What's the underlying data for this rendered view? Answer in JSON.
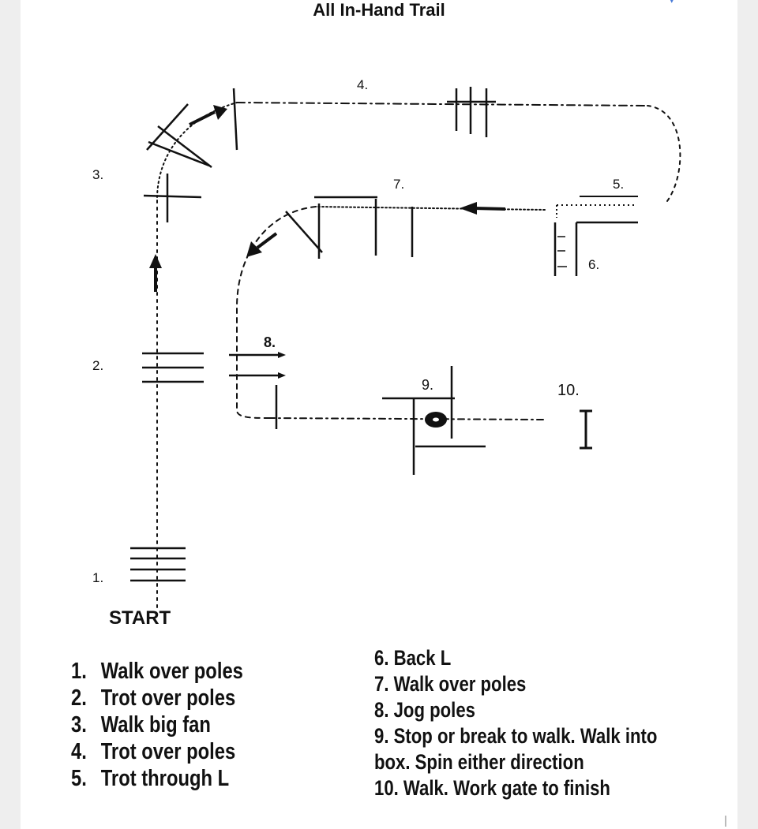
{
  "title": "All In-Hand Trail",
  "map_labels": {
    "n1": "1.",
    "n2": "2.",
    "n3": "3.",
    "n4": "4.",
    "n5": "5.",
    "n6": "6.",
    "n7": "7.",
    "n8": "8.",
    "n9": "9.",
    "n10": "10."
  },
  "start_label": "START",
  "instructions_left": [
    {
      "num": "1.",
      "text": "Walk over poles"
    },
    {
      "num": "2.",
      "text": "Trot over poles"
    },
    {
      "num": "3.",
      "text": "Walk big fan"
    },
    {
      "num": "4.",
      "text": "Trot over poles"
    },
    {
      "num": "5.",
      "text": "Trot through L"
    }
  ],
  "instructions_right": [
    "6. Back L",
    "7. Walk over poles",
    "8. Jog poles",
    "9. Stop or break to walk.  Walk into",
    "box.  Spin either direction",
    "10. Walk.  Work gate to finish"
  ]
}
